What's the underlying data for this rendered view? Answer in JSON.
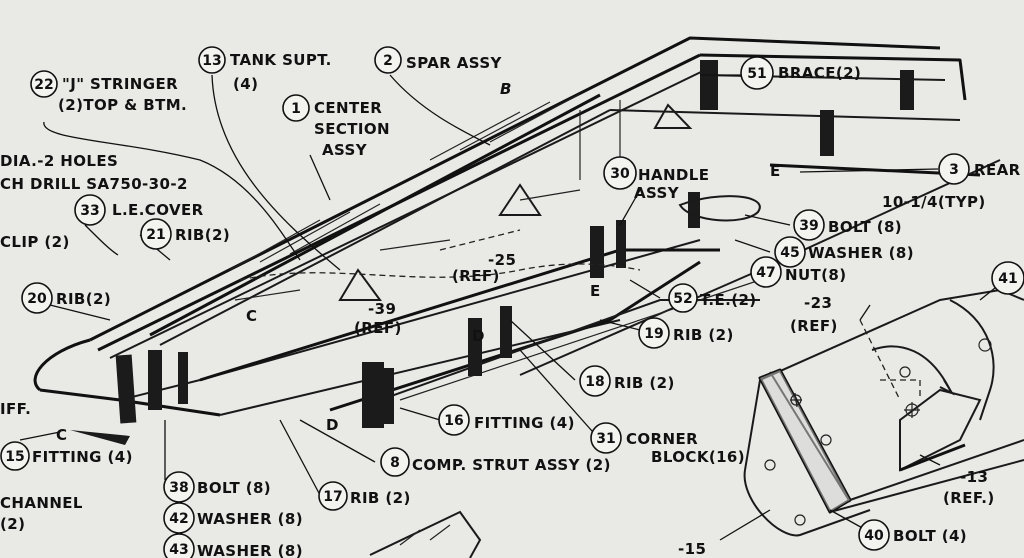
{
  "callouts": {
    "c22": {
      "num": "22",
      "line1": "\"J\" STRINGER",
      "line2": "(2)TOP & BTM."
    },
    "c13": {
      "num": "13",
      "line1": "TANK SUPT.",
      "line2": "(4)"
    },
    "c2": {
      "num": "2",
      "line1": "SPAR ASSY"
    },
    "c1": {
      "num": "1",
      "line1": "CENTER",
      "line2": "SECTION",
      "line3": "ASSY"
    },
    "c51": {
      "num": "51",
      "line1": "BRACE(2)"
    },
    "c3": {
      "num": "3",
      "line1": "REAR"
    },
    "c30": {
      "num": "30",
      "line1": "HANDLE",
      "line2": "ASSY"
    },
    "c33": {
      "num": "33",
      "line1": "L.E.COVER"
    },
    "c21": {
      "num": "21",
      "line1": "RIB(2)"
    },
    "c39": {
      "num": "39",
      "line1": "BOLT (8)"
    },
    "c45": {
      "num": "45",
      "line1": "WASHER (8)"
    },
    "c47": {
      "num": "47",
      "line1": "NUT(8)"
    },
    "c41": {
      "num": "41"
    },
    "c20": {
      "num": "20",
      "line1": "RIB(2)"
    },
    "c52": {
      "num": "52",
      "line1": "T.E.(2)"
    },
    "c19": {
      "num": "19",
      "line1": "RIB (2)"
    },
    "c18": {
      "num": "18",
      "line1": "RIB (2)"
    },
    "c16": {
      "num": "16",
      "line1": "FITTING (4)"
    },
    "c31": {
      "num": "31",
      "line1": "CORNER",
      "line2": "BLOCK(16)"
    },
    "c15": {
      "num": "15",
      "line1": "FITTING (4)"
    },
    "c8": {
      "num": "8",
      "line1": "COMP. STRUT ASSY (2)"
    },
    "c17": {
      "num": "17",
      "line1": "RIB (2)"
    },
    "c38": {
      "num": "38",
      "line1": "BOLT (8)"
    },
    "c42": {
      "num": "42",
      "line1": "WASHER (8)"
    },
    "c43": {
      "num": "43",
      "line1": "WASHER (8)"
    },
    "c40": {
      "num": "40",
      "line1": "BOLT (4)"
    }
  },
  "notes": {
    "dia_holes": "DIA.-2 HOLES",
    "match_drill": "CH DRILL SA750-30-2",
    "clip": "CLIP (2)",
    "stiff": "IFF.",
    "channel": "CHANNEL",
    "channel_qty": "(2)",
    "ref_25": "-25",
    "ref_25_ref": "(REF)",
    "ref_39": "-39",
    "ref_39_ref": "(REF)",
    "ref_23": "-23",
    "ref_23_ref": "(REF)",
    "ref_13": "-13",
    "ref_13_ref": "(REF.)",
    "ref_15": "-15",
    "dim_10": "10-1/4(TYP)"
  },
  "section_letters": {
    "b": "B",
    "c_upper": "C",
    "c_lower": "C",
    "d_upper": "D",
    "d_lower": "D",
    "e_upper": "E",
    "e_lower": "E"
  }
}
